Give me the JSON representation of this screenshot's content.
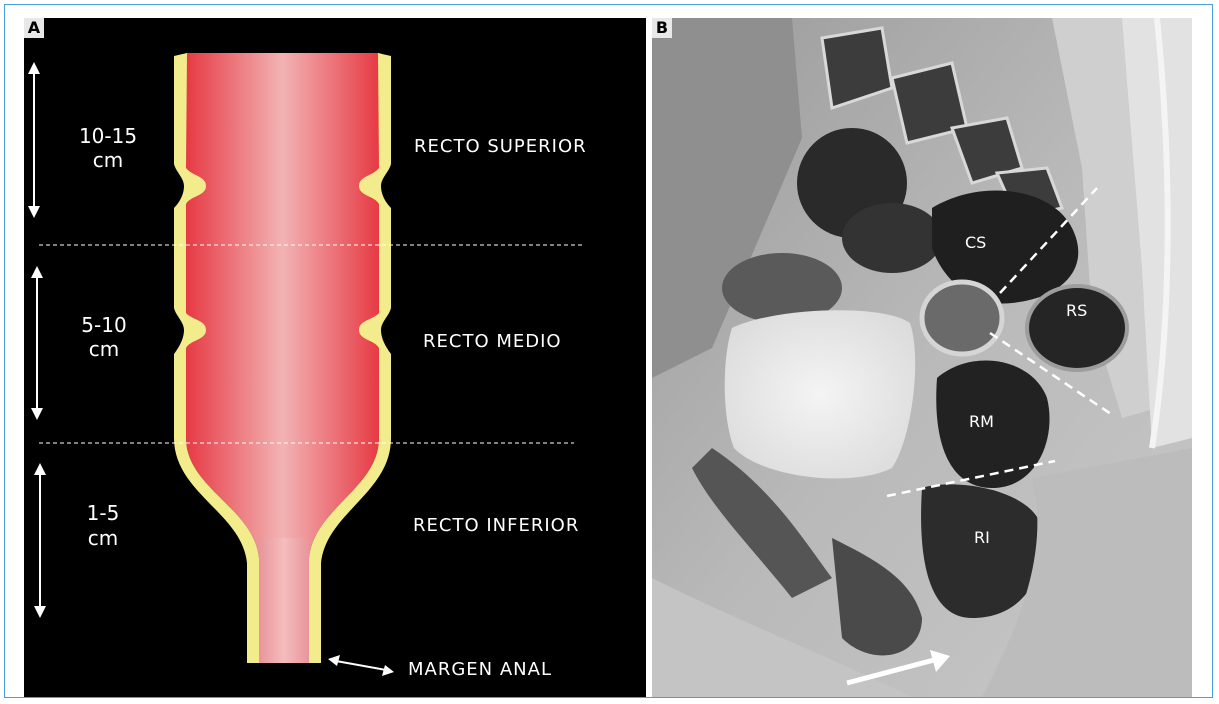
{
  "panel_a": {
    "letter": "A",
    "distances": [
      {
        "line1": "10-15",
        "line2": "cm"
      },
      {
        "line1": "5-10",
        "line2": "cm"
      },
      {
        "line1": "1-5",
        "line2": "cm"
      }
    ],
    "regions": [
      "RECTO SUPERIOR",
      "RECTO MEDIO",
      "RECTO INFERIOR"
    ],
    "margin_label": "MARGEN ANAL",
    "colors": {
      "wall": "#f3ec8c",
      "lumen_edge": "#e8434b",
      "lumen_center": "#f0a9aa",
      "background": "#000000"
    }
  },
  "panel_b": {
    "letter": "B",
    "labels": [
      "CS",
      "RS",
      "RM",
      "RI"
    ]
  }
}
